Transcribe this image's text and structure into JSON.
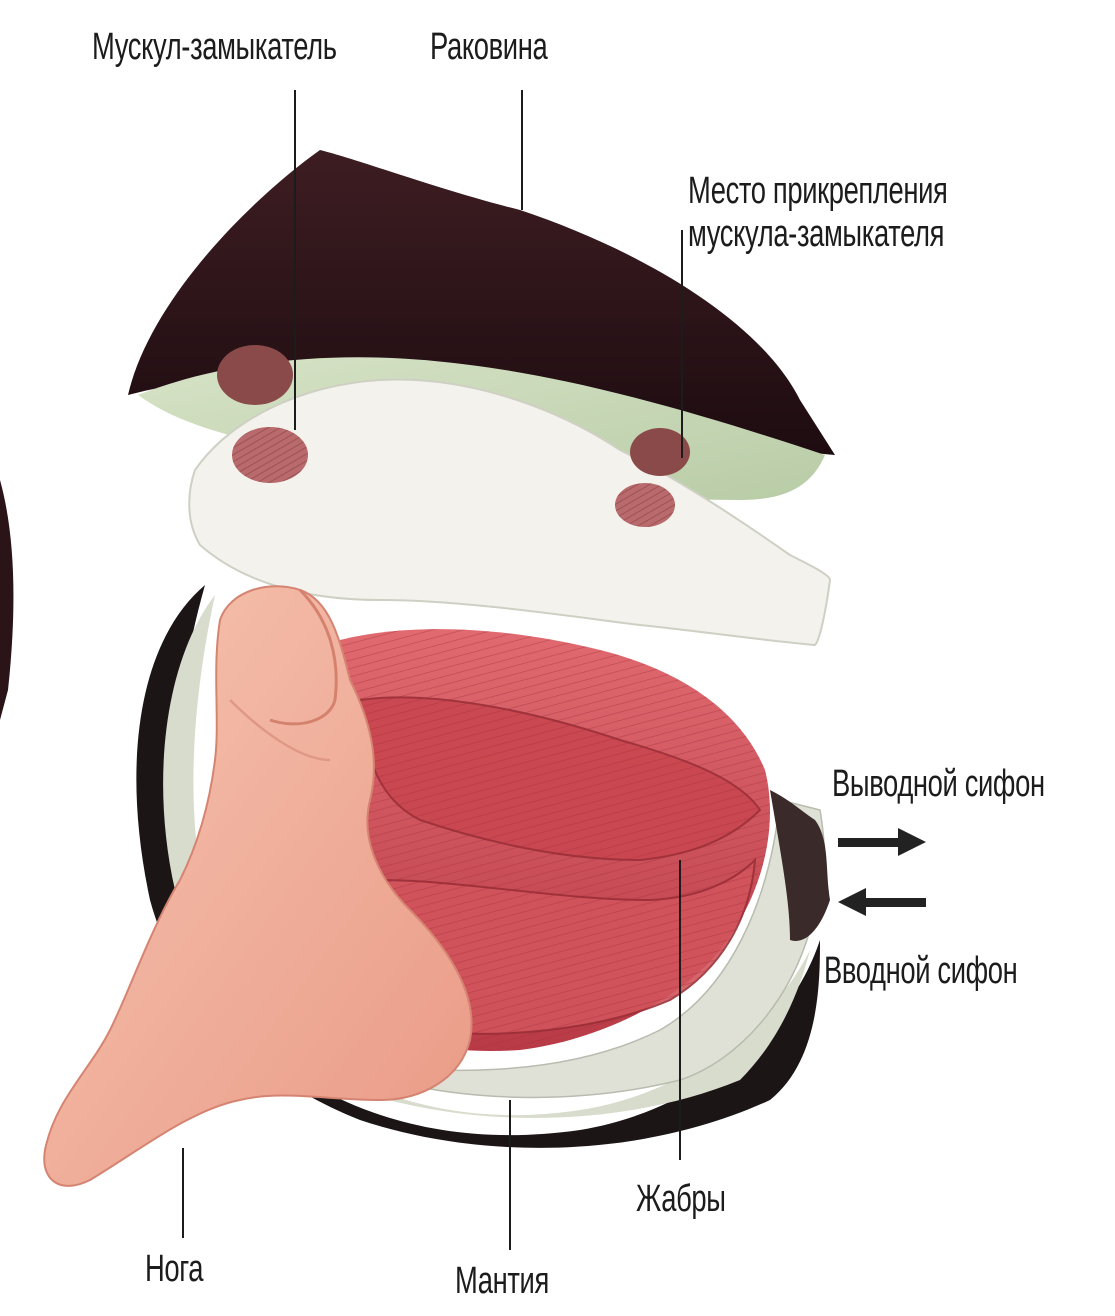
{
  "diagram": {
    "labels": {
      "adductor_muscle": "Мускул-замыкатель",
      "shell": "Раковина",
      "muscle_attachment": "Место прикрепления\nмускула-замыкателя",
      "exhalant_siphon": "Выводной сифон",
      "inhalant_siphon": "Вводной сифон",
      "foot": "Нога",
      "mantle": "Мантия",
      "gills": "Жабры"
    },
    "colors": {
      "shell_dark": "#2a1418",
      "shell_inner": "#c9d8ba",
      "body_white": "#f2f1ea",
      "muscle": "#a5565a",
      "gill_red": "#d24e58",
      "foot_pink": "#f0ae9a",
      "mantle_grey": "#d9dcd0"
    }
  }
}
